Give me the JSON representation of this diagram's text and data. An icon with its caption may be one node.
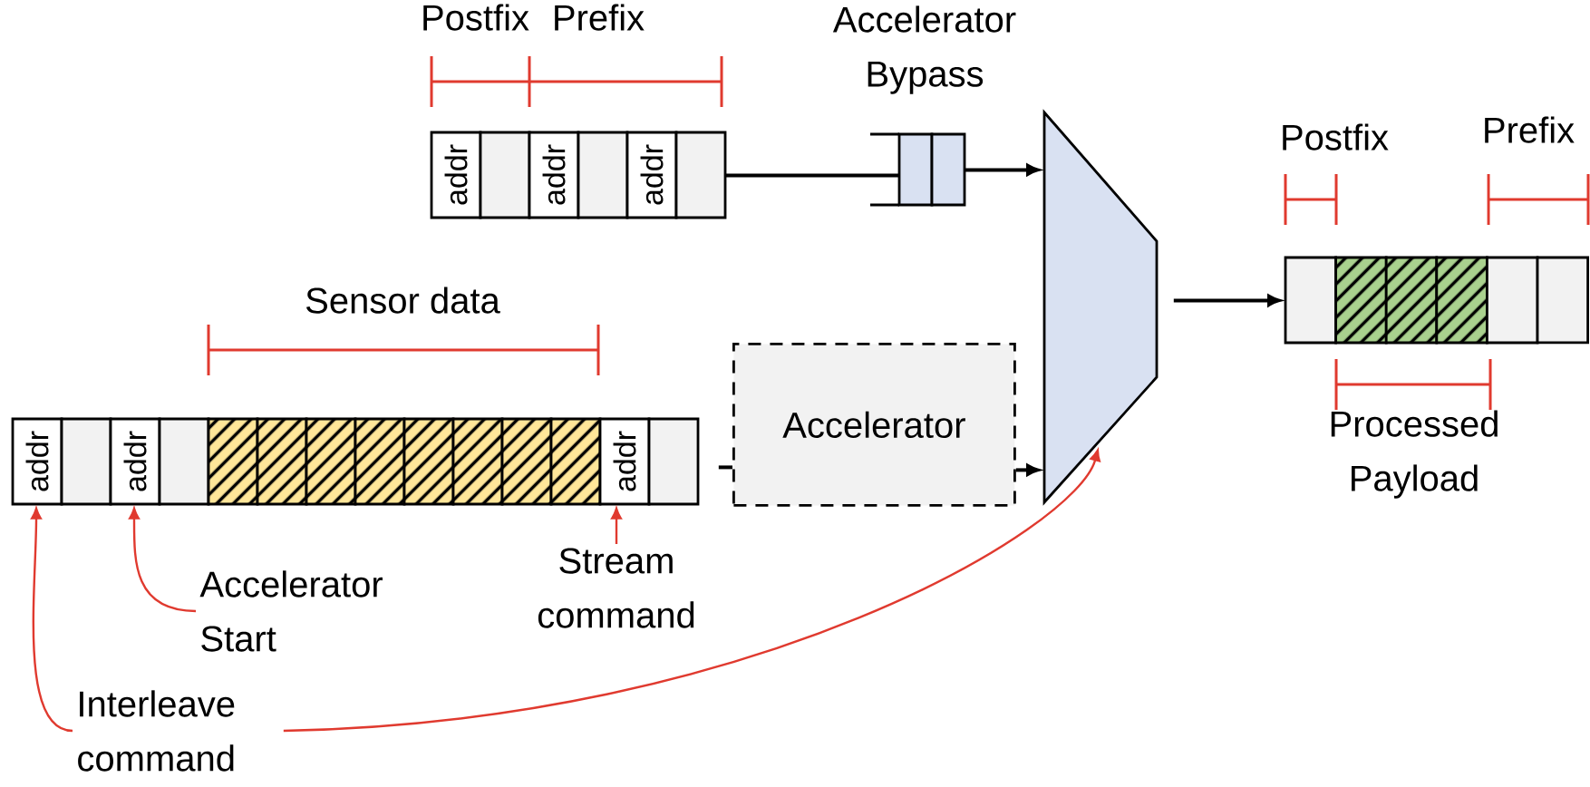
{
  "diagram": {
    "nodes": [
      {
        "text": [
          "addr",
          "addr",
          "addr"
        ]
      },
      {
        "text": [],
        "shape": "box",
        "beside": [
          "Accelerator Bypass"
        ]
      },
      {
        "text": [],
        "shape": "trapezoid"
      },
      {
        "text": [],
        "shape": "bar"
      },
      {
        "text": [
          "addr",
          "addr",
          "addr"
        ]
      },
      {
        "text": [
          "Accelerator"
        ]
      },
      {
        "text": [
          "Accelerator Start"
        ]
      },
      {
        "text": [
          "Stream command"
        ]
      },
      {
        "text": [
          "Interleave command"
        ]
      }
    ],
    "edges": [
      {
        "from": 0,
        "to": 1,
        "arrow": "none"
      },
      {
        "from": 1,
        "to": 2,
        "arrow": "to"
      },
      {
        "from": 2,
        "to": 3,
        "arrow": "to"
      },
      {
        "from": 4,
        "to": 5,
        "arrow": "none"
      },
      {
        "from": 5,
        "to": 2,
        "arrow": "to"
      },
      {
        "from": 6,
        "to": 4,
        "arrow": "to",
        "color": "#e03a2f"
      },
      {
        "from": 7,
        "to": 4,
        "arrow": "to",
        "color": "#e03a2f"
      },
      {
        "from": 8,
        "to": 4,
        "arrow": "to",
        "color": "#e03a2f"
      },
      {
        "from": 8,
        "to": 2,
        "arrow": "to",
        "color": "#e03a2f"
      }
    ],
    "labels": [
      "Postfix",
      "Prefix",
      "Postfix",
      "Prefix",
      "Sensor data",
      "Processed Payload"
    ]
  }
}
